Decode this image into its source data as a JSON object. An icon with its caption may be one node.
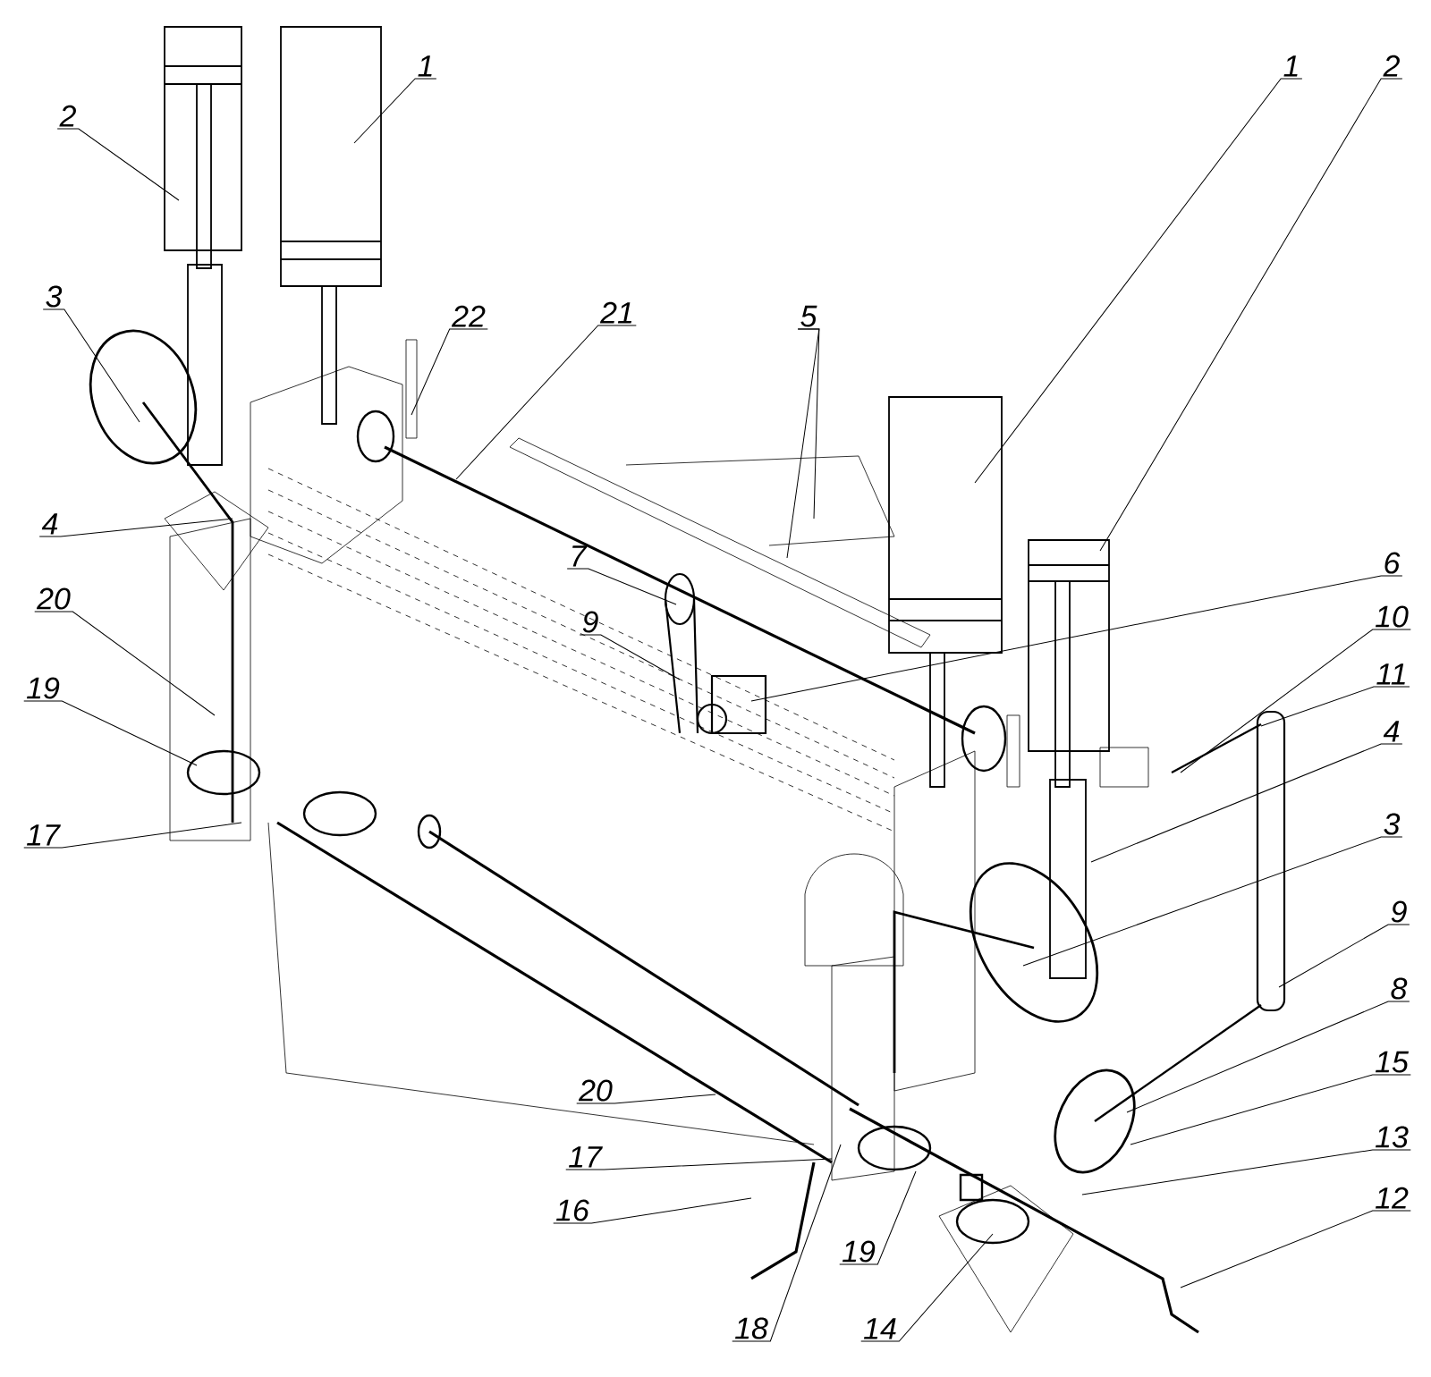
{
  "diagram": {
    "nodes": [
      {
        "text": [
          "2"
        ]
      },
      {
        "text": [
          "1"
        ]
      },
      {
        "text": [
          "3"
        ]
      },
      {
        "text": [
          "22"
        ]
      },
      {
        "text": [
          "21"
        ]
      },
      {
        "text": [
          "5"
        ]
      },
      {
        "text": [
          "1"
        ]
      },
      {
        "text": [
          "2"
        ]
      },
      {
        "text": [
          "4"
        ]
      },
      {
        "text": [
          "7"
        ]
      },
      {
        "text": [
          "6"
        ]
      },
      {
        "text": [
          "9"
        ]
      },
      {
        "text": [
          "10"
        ]
      },
      {
        "text": [
          "20"
        ]
      },
      {
        "text": [
          "11"
        ]
      },
      {
        "text": [
          "19"
        ]
      },
      {
        "text": [
          "4"
        ]
      },
      {
        "text": [
          "17"
        ]
      },
      {
        "text": [
          "3"
        ]
      },
      {
        "text": [
          "9"
        ]
      },
      {
        "text": [
          "8"
        ]
      },
      {
        "text": [
          "15"
        ]
      },
      {
        "text": [
          "20"
        ]
      },
      {
        "text": [
          "17"
        ]
      },
      {
        "text": [
          "13"
        ]
      },
      {
        "text": [
          "16"
        ]
      },
      {
        "text": [
          "12"
        ]
      },
      {
        "text": [
          "19"
        ]
      },
      {
        "text": [
          "18"
        ]
      },
      {
        "text": [
          "14"
        ]
      }
    ],
    "edges": [
      {
        "from": 0,
        "to": null,
        "arrow": "none"
      },
      {
        "from": 1,
        "to": null,
        "arrow": "none"
      },
      {
        "from": 2,
        "to": null,
        "arrow": "none"
      },
      {
        "from": 3,
        "to": null,
        "arrow": "none"
      },
      {
        "from": 4,
        "to": null,
        "arrow": "none"
      },
      {
        "from": 5,
        "to": null,
        "arrow": "none"
      },
      {
        "from": 5,
        "to": null,
        "arrow": "none"
      },
      {
        "from": 6,
        "to": null,
        "arrow": "none"
      },
      {
        "from": 7,
        "to": null,
        "arrow": "none"
      },
      {
        "from": 8,
        "to": null,
        "arrow": "none"
      },
      {
        "from": 9,
        "to": null,
        "arrow": "none"
      },
      {
        "from": 10,
        "to": null,
        "arrow": "none"
      },
      {
        "from": 11,
        "to": null,
        "arrow": "none"
      },
      {
        "from": 12,
        "to": null,
        "arrow": "none"
      },
      {
        "from": 13,
        "to": null,
        "arrow": "none"
      },
      {
        "from": 14,
        "to": null,
        "arrow": "none"
      },
      {
        "from": 15,
        "to": null,
        "arrow": "none"
      },
      {
        "from": 16,
        "to": null,
        "arrow": "none"
      },
      {
        "from": 17,
        "to": null,
        "arrow": "none"
      },
      {
        "from": 18,
        "to": null,
        "arrow": "none"
      },
      {
        "from": 19,
        "to": null,
        "arrow": "none"
      },
      {
        "from": 20,
        "to": null,
        "arrow": "none"
      },
      {
        "from": 21,
        "to": null,
        "arrow": "none"
      },
      {
        "from": 22,
        "to": null,
        "arrow": "none"
      },
      {
        "from": 23,
        "to": null,
        "arrow": "none"
      },
      {
        "from": 24,
        "to": null,
        "arrow": "none"
      },
      {
        "from": 25,
        "to": null,
        "arrow": "none"
      },
      {
        "from": 26,
        "to": null,
        "arrow": "none"
      },
      {
        "from": 27,
        "to": null,
        "arrow": "none"
      },
      {
        "from": 28,
        "to": null,
        "arrow": "none"
      },
      {
        "from": 29,
        "to": null,
        "arrow": "none"
      }
    ]
  }
}
